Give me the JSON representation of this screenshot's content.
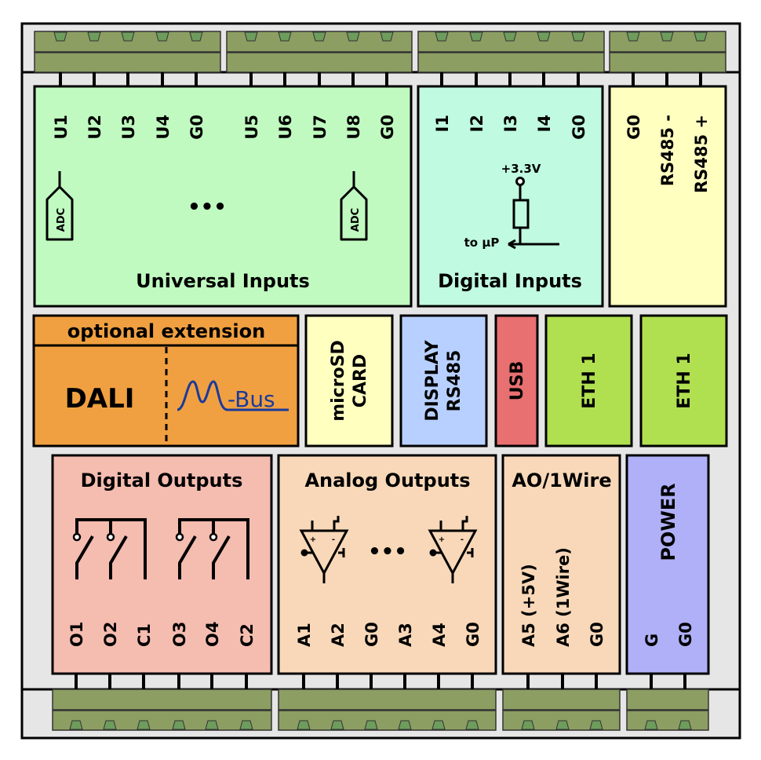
{
  "colors": {
    "frame": "#e6e6e6",
    "connector": "#8c9e62",
    "port": "#6e9c5c",
    "universal": "#c0fac0",
    "digital_in": "#c0fae0",
    "rs485": "#ffffc0",
    "extension": "#f0a040",
    "microsd": "#ffffc0",
    "display": "#b8d0ff",
    "usb": "#e87070",
    "eth": "#b0e050",
    "digital_out": "#f5bcb0",
    "analog_out": "#f8d8b8",
    "power": "#b0b0f8",
    "mbus": "#1a3a9c"
  },
  "top": {
    "universal_inputs": {
      "title": "Universal Inputs",
      "pins": [
        "U1",
        "U2",
        "U3",
        "U4",
        "G0",
        "U5",
        "U6",
        "U7",
        "U8",
        "G0"
      ],
      "adc_label": "ADC",
      "ellipsis": "•••"
    },
    "digital_inputs": {
      "title": "Digital Inputs",
      "pins": [
        "I1",
        "I2",
        "I3",
        "I4",
        "G0"
      ],
      "supply": "+3.3V",
      "to_up": "to µP"
    },
    "rs485": {
      "pins": [
        "G0",
        "RS485 -",
        "RS485 +"
      ]
    }
  },
  "middle": {
    "extension": {
      "header": "optional extension",
      "dali": "DALI",
      "mbus_m": "M",
      "mbus_bus": "-Bus"
    },
    "microsd": [
      "microSD",
      "CARD"
    ],
    "display": [
      "DISPLAY",
      "RS485"
    ],
    "usb": "USB",
    "eth": [
      "ETH 1",
      "ETH 1"
    ]
  },
  "bottom": {
    "digital_outputs": {
      "title": "Digital Outputs",
      "pins": [
        "O1",
        "O2",
        "C1",
        "O3",
        "O4",
        "C2"
      ]
    },
    "analog_outputs": {
      "title": "Analog Outputs",
      "pins": [
        "A1",
        "A2",
        "G0",
        "A3",
        "A4",
        "G0"
      ],
      "ellipsis": "•••",
      "plus": "+",
      "minus": "-"
    },
    "ao_1wire": {
      "title": "AO/1Wire",
      "pins": [
        "A5 (+5V)",
        "A6 (1Wire)",
        "G0"
      ]
    },
    "power": {
      "title": "POWER",
      "pins": [
        "G",
        "G0"
      ]
    }
  }
}
